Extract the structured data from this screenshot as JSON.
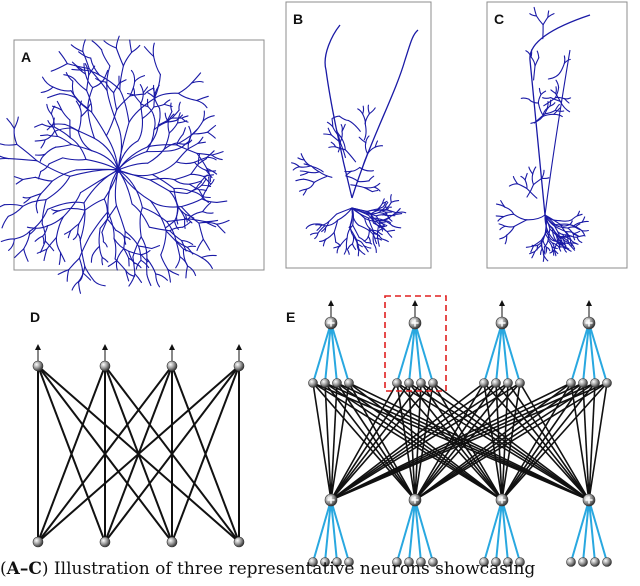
{
  "panels": {
    "A": {
      "label": "A"
    },
    "B": {
      "label": "B"
    },
    "C": {
      "label": "C"
    },
    "D": {
      "label": "D"
    },
    "E": {
      "label": "E"
    }
  },
  "colors": {
    "neuron": "#1a1aa6",
    "frame": "#8c8c8c",
    "network_edge": "#111111",
    "dendrite_edge": "#29a8e0",
    "highlight_box": "#e02020",
    "node": "#8a8a8a"
  },
  "caption": {
    "prefix": "(",
    "bold": "A–C",
    "rest": ") Illustration of three representative neurons showcasing"
  }
}
